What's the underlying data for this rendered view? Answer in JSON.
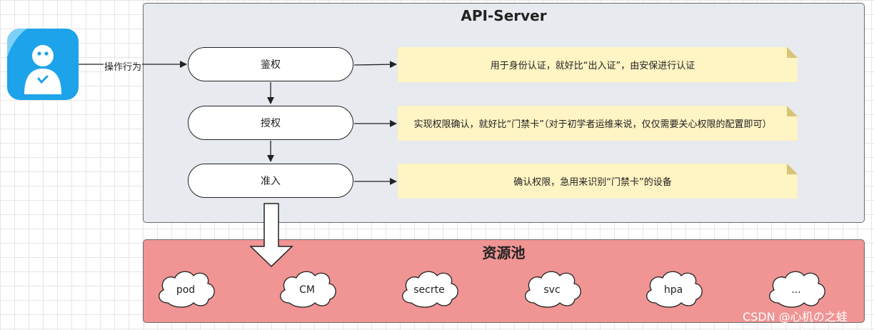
{
  "api_server": {
    "title": "API-Server",
    "steps": [
      {
        "label": "鉴权",
        "note": "用于身份认证，就好比“出入证”，由安保进行认证"
      },
      {
        "label": "授权",
        "note": "实现权限确认，就好比“门禁卡”（对于初学者运维来说，仅仅需要关心权限的配置即可）"
      },
      {
        "label": "准入",
        "note": "确认权限，急用来识别“门禁卡”的设备"
      }
    ]
  },
  "actor": {
    "icon": "user-icon",
    "action_label": "操作行为"
  },
  "resource_pool": {
    "title": "资源池",
    "items": [
      "pod",
      "CM",
      "secrte",
      "svc",
      "hpa",
      "..."
    ]
  },
  "watermark": "CSDN @心机の之蛙",
  "colors": {
    "api_panel": "#e7eaee",
    "pool_panel": "#f09494",
    "note": "#fff4c3",
    "user_icon": "#1da3ea"
  }
}
